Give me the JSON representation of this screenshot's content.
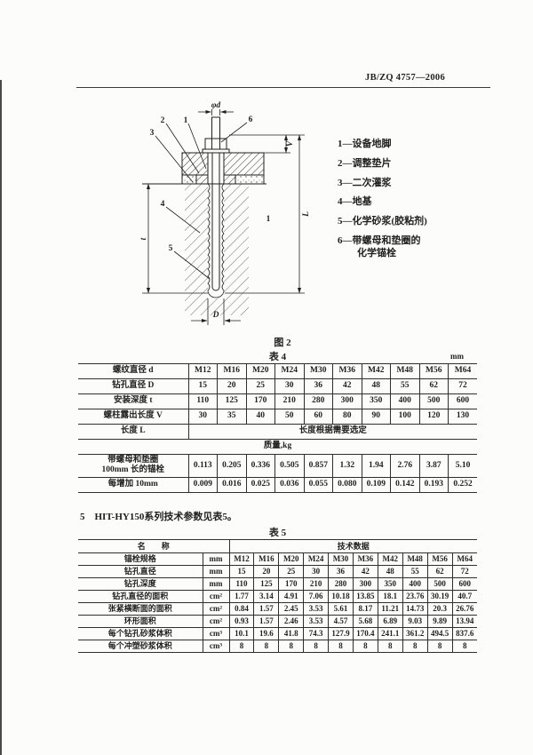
{
  "colors": {
    "ink": "#1f1f1f",
    "paper": "#fcfcfa"
  },
  "header": {
    "doc_number": "JB/ZQ 4757—2006"
  },
  "figure": {
    "caption": "图 2",
    "legend": [
      "1—设备地脚",
      "2—调整垫片",
      "3—二次灌浆",
      "4—地基",
      "5—化学砂浆(胶粘剂)",
      "6—带螺母和垫圈的\n　　化学锚栓"
    ],
    "parts": {
      "n1": "1",
      "n2": "2",
      "n3": "3",
      "n4": "4",
      "n5": "5",
      "n6": "6"
    },
    "dims": {
      "phi_d": "φd",
      "v": "V",
      "l_total": "L",
      "depth": "t",
      "hole": "D",
      "body_mark": "1"
    }
  },
  "table4": {
    "caption": "表 4",
    "unit": "mm",
    "rows": [
      {
        "label": "螺纹直径 d",
        "values": [
          "M12",
          "M16",
          "M20",
          "M24",
          "M30",
          "M36",
          "M42",
          "M48",
          "M56",
          "M64"
        ]
      },
      {
        "label": "钻孔直径 D",
        "values": [
          "15",
          "20",
          "25",
          "30",
          "36",
          "42",
          "48",
          "55",
          "62",
          "72"
        ]
      },
      {
        "label": "安装深度 t",
        "values": [
          "110",
          "125",
          "170",
          "210",
          "280",
          "300",
          "350",
          "400",
          "500",
          "600"
        ]
      },
      {
        "label": "螺柱露出长度 V",
        "values": [
          "30",
          "35",
          "40",
          "50",
          "60",
          "80",
          "90",
          "100",
          "120",
          "130"
        ]
      },
      {
        "label": "长度 L",
        "span": "长度根据需要选定"
      },
      {
        "full_span": "质量,kg"
      },
      {
        "label": "带螺母和垫圈\n100mm 长的锚栓",
        "values": [
          "0.113",
          "0.205",
          "0.336",
          "0.505",
          "0.857",
          "1.32",
          "1.94",
          "2.76",
          "3.87",
          "5.10"
        ]
      },
      {
        "label": "每增加 10mm",
        "values": [
          "0.009",
          "0.016",
          "0.025",
          "0.036",
          "0.055",
          "0.080",
          "0.109",
          "0.142",
          "0.193",
          "0.252"
        ]
      }
    ]
  },
  "section5": {
    "text": "5　HIT-HY150系列技术参数见表5。"
  },
  "table5": {
    "caption": "表 5",
    "name_header": "名　　称",
    "data_header": "技术数据",
    "rows": [
      {
        "label": "锚栓规格",
        "unit": "mm",
        "values": [
          "M12",
          "M16",
          "M20",
          "M24",
          "M30",
          "M36",
          "M42",
          "M48",
          "M56",
          "M64"
        ]
      },
      {
        "label": "钻孔直径",
        "unit": "mm",
        "values": [
          "15",
          "20",
          "25",
          "30",
          "36",
          "42",
          "48",
          "55",
          "62",
          "72"
        ]
      },
      {
        "label": "钻孔深度",
        "unit": "mm",
        "values": [
          "110",
          "125",
          "170",
          "210",
          "280",
          "300",
          "350",
          "400",
          "500",
          "600"
        ]
      },
      {
        "label": "钻孔直径的面积",
        "unit": "cm²",
        "values": [
          "1.77",
          "3.14",
          "4.91",
          "7.06",
          "10.18",
          "13.85",
          "18.1",
          "23.76",
          "30.19",
          "40.7"
        ]
      },
      {
        "label": "张紧横断面的面积",
        "unit": "cm²",
        "values": [
          "0.84",
          "1.57",
          "2.45",
          "3.53",
          "5.61",
          "8.17",
          "11.21",
          "14.73",
          "20.3",
          "26.76"
        ]
      },
      {
        "label": "环形面积",
        "unit": "cm²",
        "values": [
          "0.93",
          "1.57",
          "2.46",
          "3.53",
          "4.57",
          "5.68",
          "6.89",
          "9.03",
          "9.89",
          "13.94"
        ]
      },
      {
        "label": "每个钻孔砂浆体积",
        "unit": "cm³",
        "values": [
          "10.1",
          "19.6",
          "41.8",
          "74.3",
          "127.9",
          "170.4",
          "241.1",
          "361.2",
          "494.5",
          "837.6"
        ]
      },
      {
        "label": "每个冲塑砂浆体积",
        "unit": "cm³",
        "values": [
          "8",
          "8",
          "8",
          "8",
          "8",
          "8",
          "8",
          "8",
          "8",
          "8"
        ]
      }
    ]
  }
}
